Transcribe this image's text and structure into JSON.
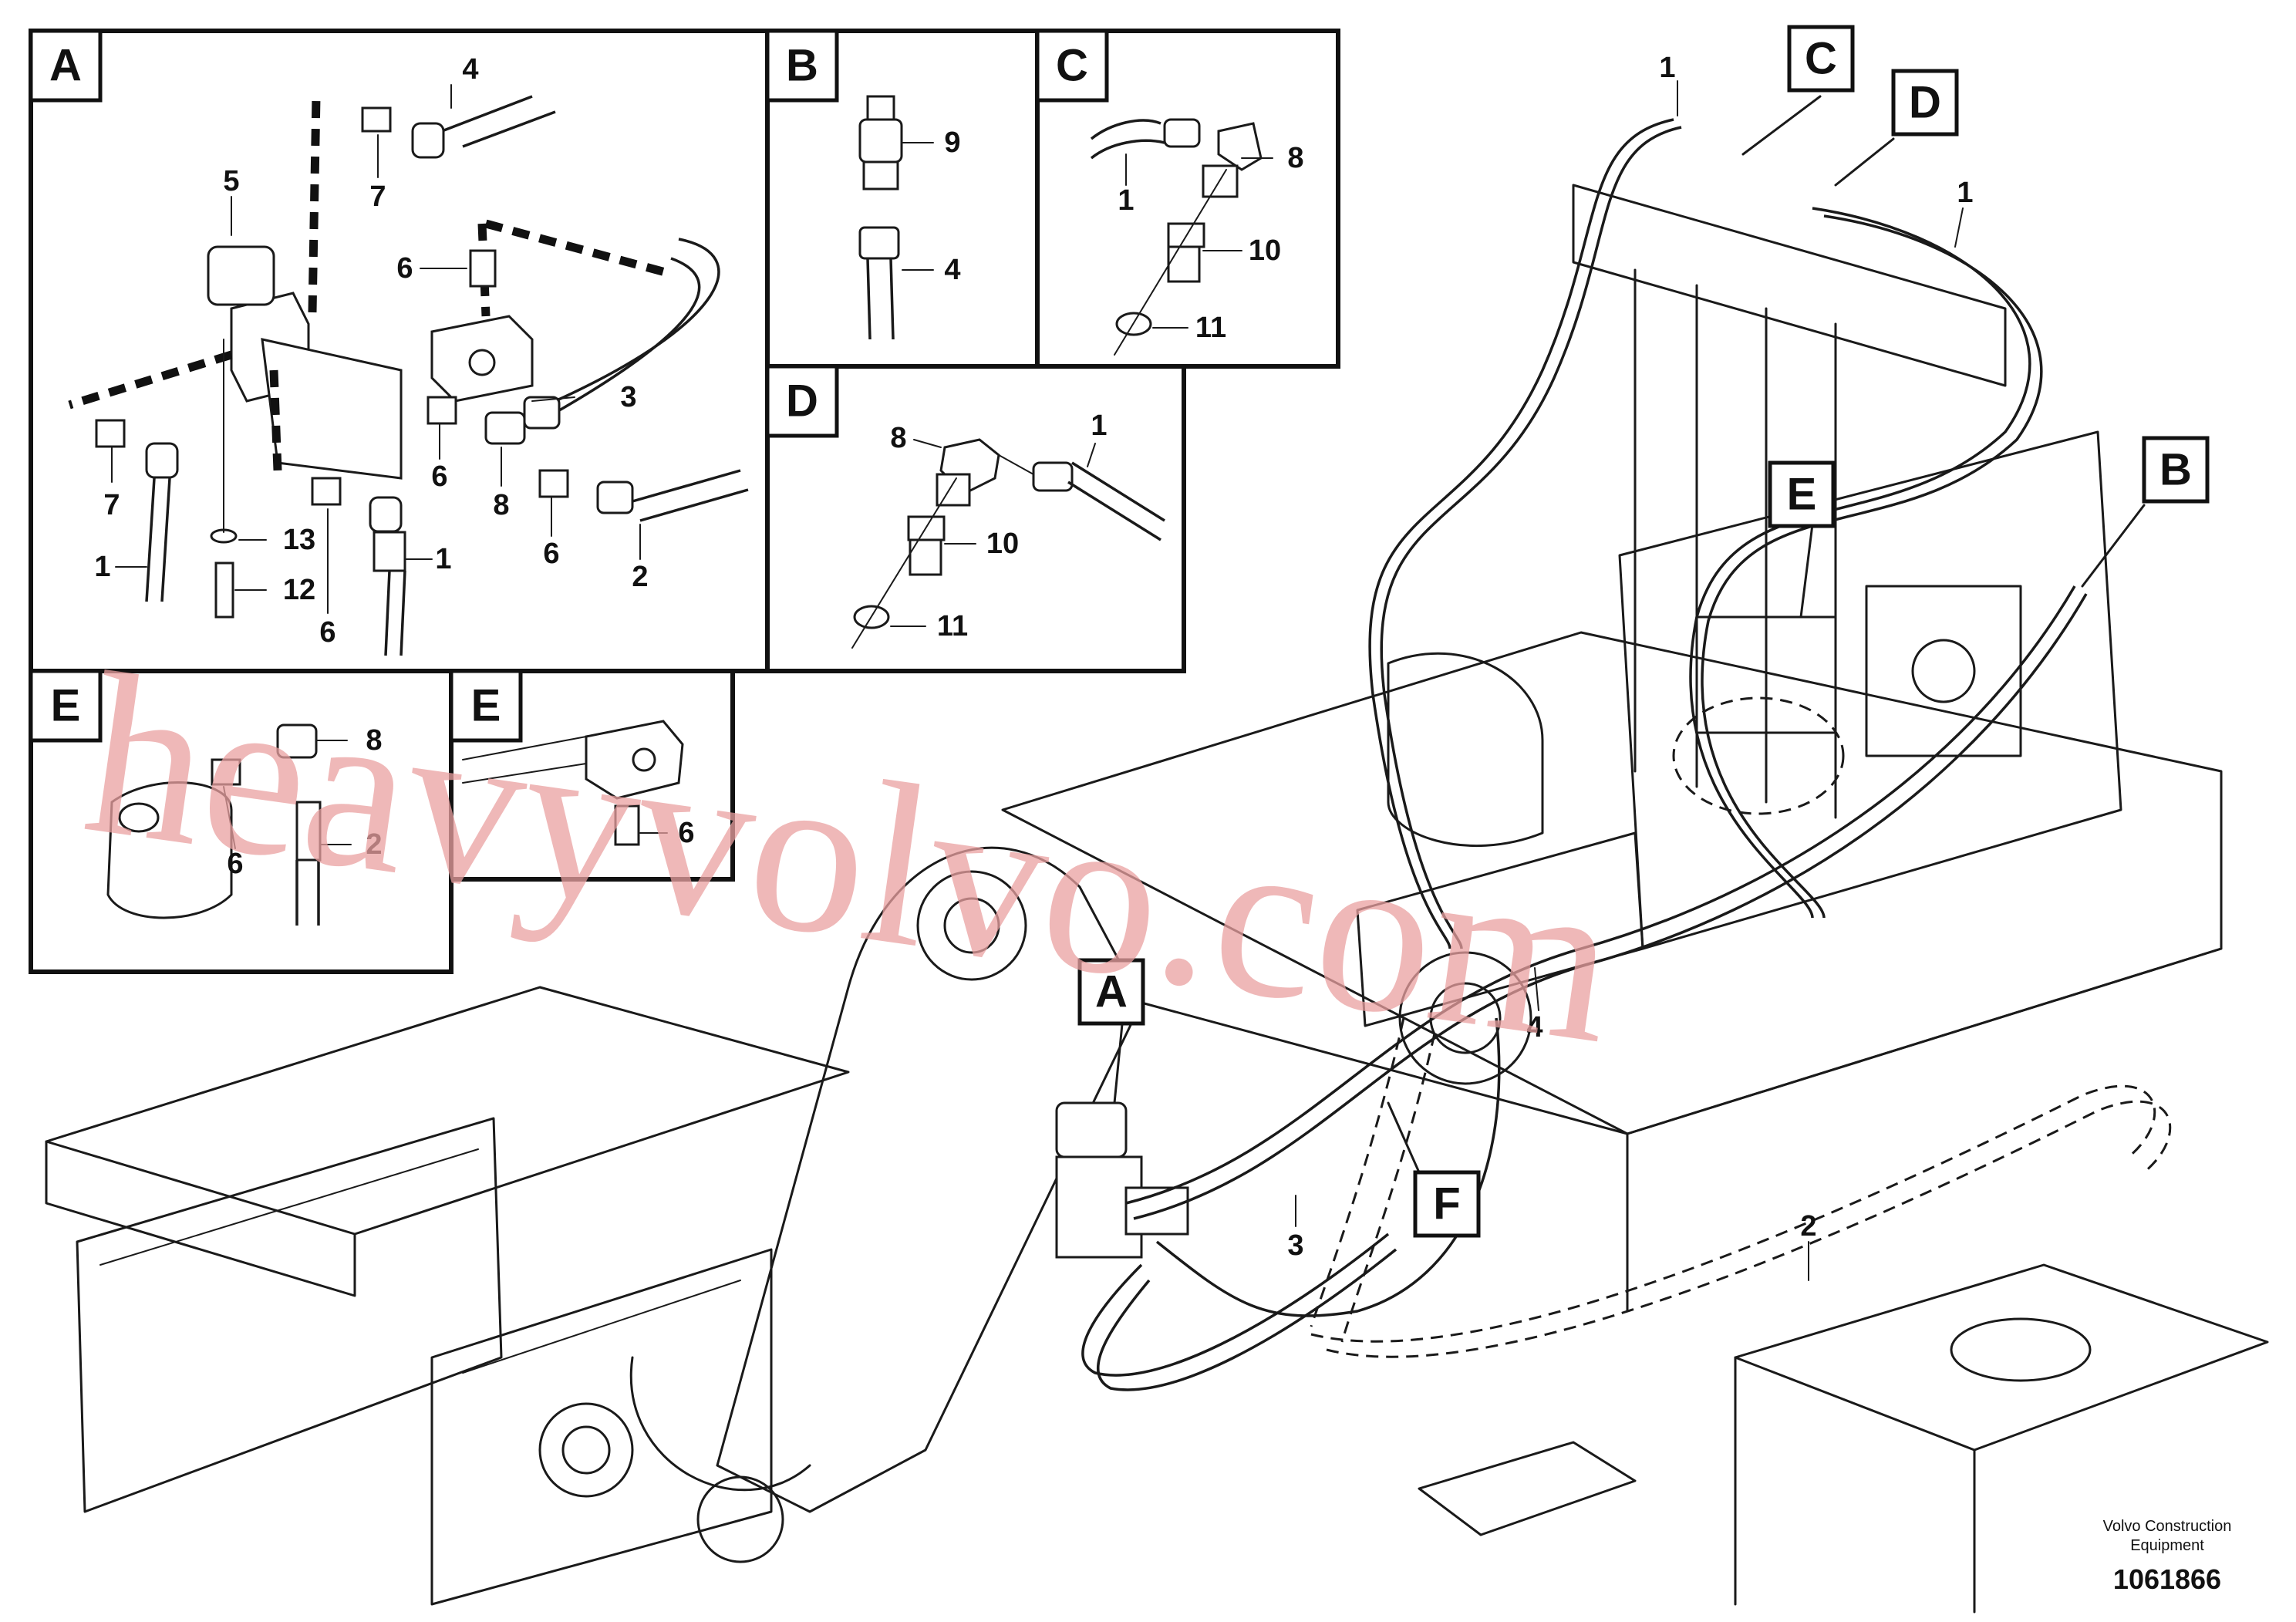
{
  "detail_views": {
    "A": {
      "label": "A"
    },
    "B": {
      "label": "B"
    },
    "C": {
      "label": "C"
    },
    "D": {
      "label": "D"
    },
    "E1": {
      "label": "E"
    },
    "E2": {
      "label": "E"
    }
  },
  "callouts_main": [
    "A",
    "B",
    "C",
    "D",
    "E",
    "F"
  ],
  "part_numbers": {
    "a_4": "4",
    "a_5": "5",
    "a_7a": "7",
    "a_6a": "6",
    "a_3": "3",
    "a_7b": "7",
    "a_6b": "6",
    "a_8": "8",
    "a_6c": "6",
    "a_2": "2",
    "a_13": "13",
    "a_1a": "1",
    "a_1b": "1",
    "a_12": "12",
    "a_6d": "6",
    "b_9": "9",
    "b_4": "4",
    "c_8": "8",
    "c_1": "1",
    "c_10": "10",
    "c_11": "11",
    "d_8": "8",
    "d_1": "1",
    "d_10": "10",
    "d_11": "11",
    "e1_8": "8",
    "e1_6": "6",
    "e1_2": "2",
    "e2_6": "6",
    "m_1a": "1",
    "m_1b": "1",
    "m_4": "4",
    "m_3": "3",
    "m_2": "2"
  },
  "watermark": "heavyvolvo.com",
  "footer": {
    "caption_line1": "Volvo Construction",
    "caption_line2": "Equipment",
    "doc_number": "1061866"
  }
}
